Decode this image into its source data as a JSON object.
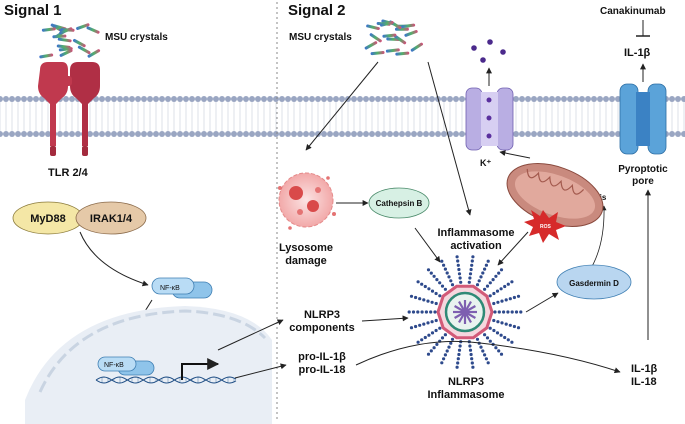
{
  "signal1": {
    "title": "Signal 1"
  },
  "signal2": {
    "title": "Signal 2"
  },
  "left": {
    "msu_label": "MSU crystals",
    "tlr_label": "TLR 2/4",
    "myd88": "MyD88",
    "irak": "IRAK1/4",
    "nfkb_top": "NF-κB",
    "nfkb_bottom": "NF-κB"
  },
  "right": {
    "msu_label": "MSU crystals",
    "canakinumab": "Canakinumab",
    "il1b_top": "IL-1β",
    "pyroptotic_pore_line1": "Pyroptotic",
    "pyroptotic_pore_line2": "pore",
    "pyroptosis": "Pyroptosis",
    "k_ion": "K⁺",
    "ros": "ROS",
    "cathepsin": "Cathepsin B",
    "lysosome_line1": "Lysosome",
    "lysosome_line2": "damage",
    "inflammasome_act_line1": "Inflammasome",
    "inflammasome_act_line2": "activation",
    "gasdermin": "Gasdermin D",
    "nlrp3_comp_line1": "NLRP3",
    "nlrp3_comp_line2": "components",
    "pro_il1b": "pro-IL-1β",
    "pro_il18": "pro-IL-18",
    "nlrp3_inf_line1": "NLRP3",
    "nlrp3_inf_line2": "Inflammasome",
    "il1b_out": "IL-1β",
    "il18_out": "IL-18"
  },
  "colors": {
    "membrane_head": "#9aa6c2",
    "tlr": "#c0394e",
    "myd88": "#f4e7a6",
    "irak": "#e5c9a8",
    "nfkb": "#a9d4f2",
    "channel_purple": "#b9aee3",
    "pore_blue": "#5ba3d9",
    "mito": "#c98a7e",
    "cathepsin": "#d7f0e4",
    "gasdermin": "#b9d6f0",
    "inflammasome_ring": "#d25a78",
    "inflammasome_core": "#7d5fb0"
  }
}
